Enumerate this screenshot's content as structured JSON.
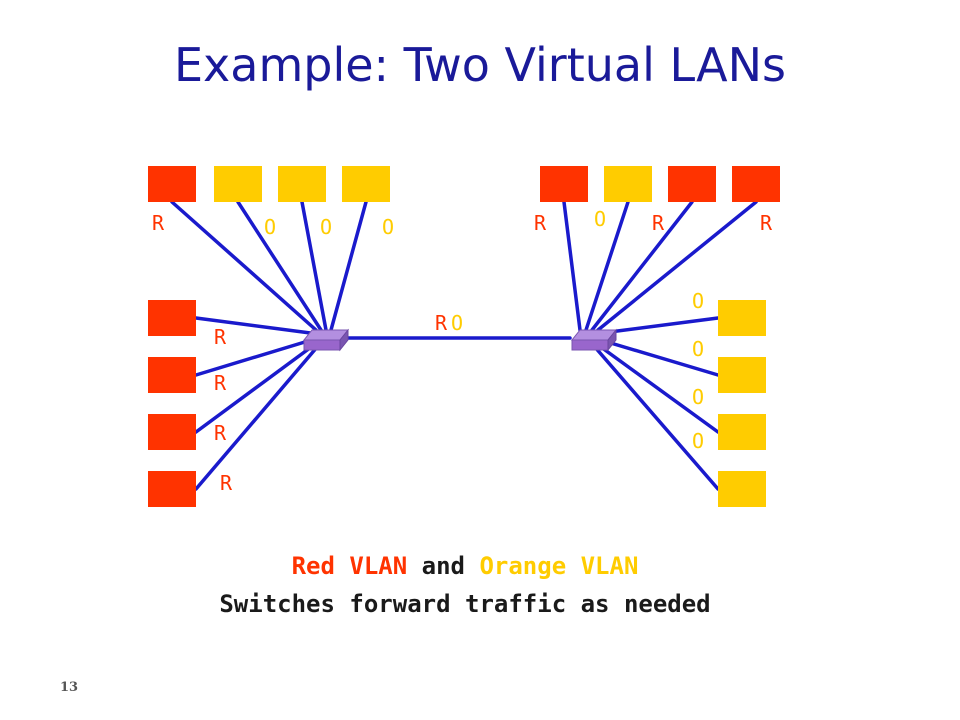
{
  "slide": {
    "title": "Example: Two Virtual LANs",
    "page_number": "13"
  },
  "caption": {
    "red_vlan": "Red VLAN",
    "and": "and",
    "orange_vlan": "Orange VLAN",
    "line2": "Switches forward traffic as needed"
  },
  "colors": {
    "red": "#ff3300",
    "orange": "#ffcc00",
    "link": "#1a1acc",
    "switch": "#9966cc",
    "title": "#1a1a99"
  },
  "diagram": {
    "trunk_labels": {
      "r": "R",
      "o": "O"
    },
    "left_switch": {
      "top_hosts": [
        "R",
        "O",
        "O",
        "O"
      ],
      "side_hosts": [
        "R",
        "R",
        "R",
        "R"
      ]
    },
    "right_switch": {
      "top_hosts": [
        "R",
        "O",
        "R",
        "R"
      ],
      "side_hosts": [
        "O",
        "O",
        "O",
        "O"
      ]
    }
  }
}
